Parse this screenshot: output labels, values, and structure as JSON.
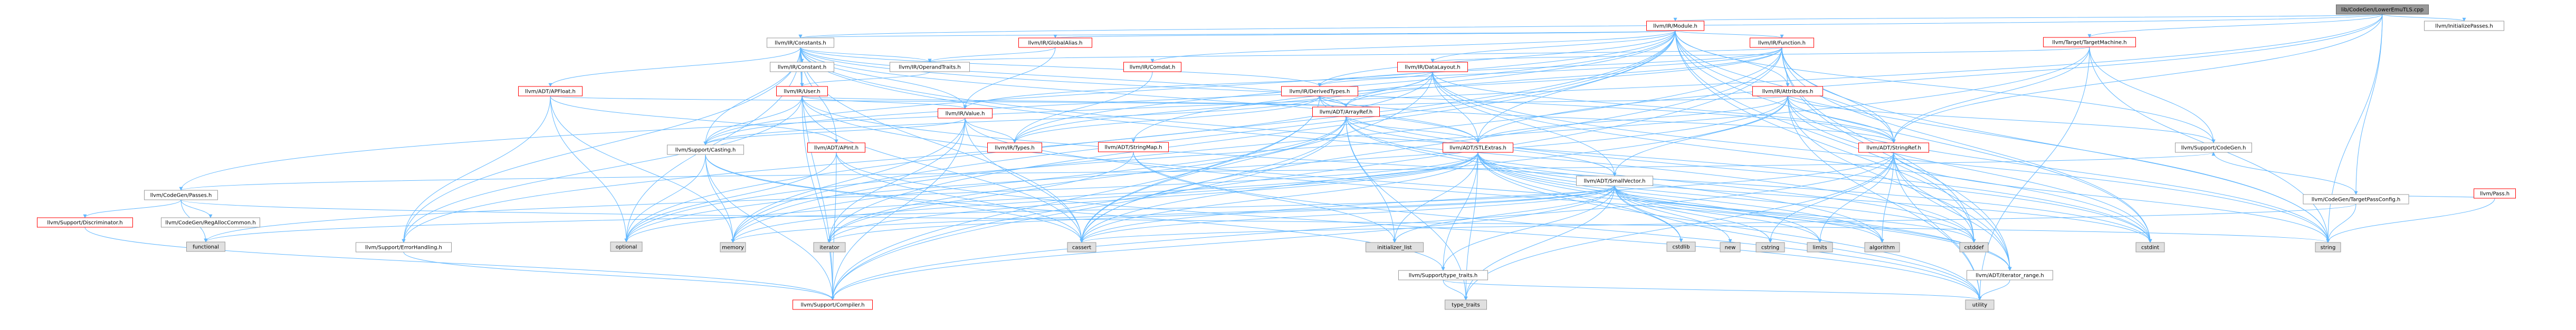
{
  "graph": {
    "nodes": [
      {
        "id": "root",
        "label": "lib/CodeGen/LowerEmuTLS.cpp",
        "kind": "root"
      },
      {
        "id": "irModule",
        "label": "llvm/IR/Module.h",
        "kind": "trunc"
      },
      {
        "id": "initPasses",
        "label": "llvm/InitializePasses.h",
        "kind": "plain"
      },
      {
        "id": "targetMachine",
        "label": "llvm/Target/TargetMachine.h",
        "kind": "trunc"
      },
      {
        "id": "cgPasses",
        "label": "llvm/CodeGen/Passes.h",
        "kind": "plain"
      },
      {
        "id": "cgTPC",
        "label": "llvm/CodeGen/TargetPassConfig.h",
        "kind": "plain"
      },
      {
        "id": "irConstants",
        "label": "llvm/IR/Constants.h",
        "kind": "plain"
      },
      {
        "id": "globalAlias",
        "label": "llvm/IR/GlobalAlias.h",
        "kind": "trunc"
      },
      {
        "id": "comdat",
        "label": "llvm/IR/Comdat.h",
        "kind": "trunc"
      },
      {
        "id": "irFunction",
        "label": "llvm/IR/Function.h",
        "kind": "trunc"
      },
      {
        "id": "dataLayout",
        "label": "llvm/IR/DataLayout.h",
        "kind": "trunc"
      },
      {
        "id": "operandTraits",
        "label": "llvm/IR/OperandTraits.h",
        "kind": "plain"
      },
      {
        "id": "irConstant",
        "label": "llvm/IR/Constant.h",
        "kind": "plain"
      },
      {
        "id": "irUser",
        "label": "llvm/IR/User.h",
        "kind": "trunc"
      },
      {
        "id": "apfloat",
        "label": "llvm/ADT/APFloat.h",
        "kind": "trunc"
      },
      {
        "id": "derivedTypes",
        "label": "llvm/IR/DerivedTypes.h",
        "kind": "trunc"
      },
      {
        "id": "attributes",
        "label": "llvm/IR/Attributes.h",
        "kind": "trunc"
      },
      {
        "id": "arrayRef",
        "label": "llvm/ADT/ArrayRef.h",
        "kind": "trunc"
      },
      {
        "id": "irValue",
        "label": "llvm/IR/Value.h",
        "kind": "trunc"
      },
      {
        "id": "apint",
        "label": "llvm/ADT/APInt.h",
        "kind": "trunc"
      },
      {
        "id": "irTypes",
        "label": "llvm/IR/Types.h",
        "kind": "trunc"
      },
      {
        "id": "stringMap",
        "label": "llvm/ADT/StringMap.h",
        "kind": "trunc"
      },
      {
        "id": "stlExtras",
        "label": "llvm/ADT/STLExtras.h",
        "kind": "trunc"
      },
      {
        "id": "smallVector",
        "label": "llvm/ADT/SmallVector.h",
        "kind": "plain"
      },
      {
        "id": "stringRef",
        "label": "llvm/ADT/StringRef.h",
        "kind": "trunc"
      },
      {
        "id": "supportCodeGen",
        "label": "llvm/Support/CodeGen.h",
        "kind": "plain"
      },
      {
        "id": "discriminator",
        "label": "llvm/Support/Discriminator.h",
        "kind": "trunc"
      },
      {
        "id": "regAlloc",
        "label": "llvm/CodeGen/RegAllocCommon.h",
        "kind": "plain"
      },
      {
        "id": "casting",
        "label": "llvm/Support/Casting.h",
        "kind": "plain"
      },
      {
        "id": "pass",
        "label": "llvm/Pass.h",
        "kind": "trunc"
      },
      {
        "id": "functional",
        "label": "functional",
        "kind": "sys"
      },
      {
        "id": "errorHandling",
        "label": "llvm/Support/ErrorHandling.h",
        "kind": "plain"
      },
      {
        "id": "optional",
        "label": "optional",
        "kind": "sys"
      },
      {
        "id": "memory",
        "label": "memory",
        "kind": "sys"
      },
      {
        "id": "iterator",
        "label": "iterator",
        "kind": "sys"
      },
      {
        "id": "cassert",
        "label": "cassert",
        "kind": "sys"
      },
      {
        "id": "initList",
        "label": "initializer_list",
        "kind": "sys"
      },
      {
        "id": "typeTraitsH",
        "label": "llvm/Support/type_traits.h",
        "kind": "plain"
      },
      {
        "id": "cstdlib",
        "label": "cstdlib",
        "kind": "sys"
      },
      {
        "id": "new",
        "label": "new",
        "kind": "sys"
      },
      {
        "id": "cstring",
        "label": "cstring",
        "kind": "sys"
      },
      {
        "id": "limits",
        "label": "limits",
        "kind": "sys"
      },
      {
        "id": "algorithm",
        "label": "algorithm",
        "kind": "sys"
      },
      {
        "id": "cstddef",
        "label": "cstddef",
        "kind": "sys"
      },
      {
        "id": "iterRange",
        "label": "llvm/ADT/iterator_range.h",
        "kind": "plain"
      },
      {
        "id": "cstdint",
        "label": "cstdint",
        "kind": "sys"
      },
      {
        "id": "string",
        "label": "string",
        "kind": "sys"
      },
      {
        "id": "compiler",
        "label": "llvm/Support/Compiler.h",
        "kind": "trunc"
      },
      {
        "id": "typeTraits",
        "label": "type_traits",
        "kind": "sys"
      },
      {
        "id": "utility",
        "label": "utility",
        "kind": "sys"
      }
    ],
    "edges": [
      [
        "root",
        "irModule"
      ],
      [
        "root",
        "initPasses"
      ],
      [
        "root",
        "targetMachine"
      ],
      [
        "root",
        "cgPasses"
      ],
      [
        "root",
        "cgTPC"
      ],
      [
        "root",
        "irConstants"
      ],
      [
        "root",
        "stlExtras"
      ],
      [
        "root",
        "stringRef"
      ],
      [
        "root",
        "string"
      ],
      [
        "irModule",
        "irFunction"
      ],
      [
        "irModule",
        "dataLayout"
      ],
      [
        "irModule",
        "attributes"
      ],
      [
        "irModule",
        "globalAlias"
      ],
      [
        "irModule",
        "comdat"
      ],
      [
        "irModule",
        "irConstants"
      ],
      [
        "irModule",
        "stringMap"
      ],
      [
        "irModule",
        "stringRef"
      ],
      [
        "irModule",
        "stlExtras"
      ],
      [
        "irModule",
        "supportCodeGen"
      ],
      [
        "irModule",
        "casting"
      ],
      [
        "irModule",
        "cstddef"
      ],
      [
        "irModule",
        "cstdint"
      ],
      [
        "irModule",
        "iterator"
      ],
      [
        "irModule",
        "memory"
      ],
      [
        "irModule",
        "optional"
      ],
      [
        "irModule",
        "string"
      ],
      [
        "irModule",
        "irTypes"
      ],
      [
        "irModule",
        "iterRange"
      ],
      [
        "irModule",
        "derivedTypes"
      ],
      [
        "targetMachine",
        "stringRef"
      ],
      [
        "targetMachine",
        "supportCodeGen"
      ],
      [
        "targetMachine",
        "dataLayout"
      ],
      [
        "targetMachine",
        "optional"
      ],
      [
        "targetMachine",
        "string"
      ],
      [
        "targetMachine",
        "utility"
      ],
      [
        "cgPasses",
        "supportCodeGen"
      ],
      [
        "cgPasses",
        "discriminator"
      ],
      [
        "cgPasses",
        "regAlloc"
      ],
      [
        "cgPasses",
        "functional"
      ],
      [
        "cgPasses",
        "string"
      ],
      [
        "cgTPC",
        "pass"
      ],
      [
        "cgTPC",
        "supportCodeGen"
      ],
      [
        "cgTPC",
        "cassert"
      ],
      [
        "cgTPC",
        "string"
      ],
      [
        "irConstants",
        "apfloat"
      ],
      [
        "irConstants",
        "apint"
      ],
      [
        "irConstants",
        "arrayRef"
      ],
      [
        "irConstants",
        "stlExtras"
      ],
      [
        "irConstants",
        "stringRef"
      ],
      [
        "irConstants",
        "irConstant"
      ],
      [
        "irConstants",
        "derivedTypes"
      ],
      [
        "irConstants",
        "operandTraits"
      ],
      [
        "irConstants",
        "irUser"
      ],
      [
        "irConstants",
        "irValue"
      ],
      [
        "irConstants",
        "casting"
      ],
      [
        "irConstants",
        "compiler"
      ],
      [
        "irConstants",
        "errorHandling"
      ],
      [
        "irConstants",
        "cassert"
      ],
      [
        "irConstants",
        "cstddef"
      ],
      [
        "irConstants",
        "cstdint"
      ],
      [
        "irConstants",
        "optional"
      ],
      [
        "globalAlias",
        "operandTraits"
      ],
      [
        "globalAlias",
        "irValue"
      ],
      [
        "comdat",
        "irTypes"
      ],
      [
        "irFunction",
        "arrayRef"
      ],
      [
        "irFunction",
        "stringRef"
      ],
      [
        "irFunction",
        "iterRange"
      ],
      [
        "irFunction",
        "attributes"
      ],
      [
        "irFunction",
        "derivedTypes"
      ],
      [
        "irFunction",
        "operandTraits"
      ],
      [
        "irFunction",
        "irValue"
      ],
      [
        "irFunction",
        "casting"
      ],
      [
        "irFunction",
        "compiler"
      ],
      [
        "irFunction",
        "cassert"
      ],
      [
        "irFunction",
        "cstddef"
      ],
      [
        "irFunction",
        "cstdint"
      ],
      [
        "irFunction",
        "memory"
      ],
      [
        "irFunction",
        "string"
      ],
      [
        "dataLayout",
        "arrayRef"
      ],
      [
        "dataLayout",
        "stlExtras"
      ],
      [
        "dataLayout",
        "smallVector"
      ],
      [
        "dataLayout",
        "stringRef"
      ],
      [
        "dataLayout",
        "derivedTypes"
      ],
      [
        "dataLayout",
        "irTypes"
      ],
      [
        "dataLayout",
        "errorHandling"
      ],
      [
        "dataLayout",
        "cassert"
      ],
      [
        "dataLayout",
        "cstdint"
      ],
      [
        "dataLayout",
        "string"
      ],
      [
        "operandTraits",
        "irUser"
      ],
      [
        "irConstant",
        "irUser"
      ],
      [
        "irUser",
        "arrayRef"
      ],
      [
        "irUser",
        "iterRange"
      ],
      [
        "irUser",
        "irValue"
      ],
      [
        "irUser",
        "casting"
      ],
      [
        "irUser",
        "compiler"
      ],
      [
        "irUser",
        "errorHandling"
      ],
      [
        "irUser",
        "cassert"
      ],
      [
        "irUser",
        "cstdint"
      ],
      [
        "apfloat",
        "apint"
      ],
      [
        "apfloat",
        "arrayRef"
      ],
      [
        "apfloat",
        "errorHandling"
      ],
      [
        "apfloat",
        "memory"
      ],
      [
        "apfloat",
        "optional"
      ],
      [
        "derivedTypes",
        "arrayRef"
      ],
      [
        "derivedTypes",
        "stlExtras"
      ],
      [
        "derivedTypes",
        "stringRef"
      ],
      [
        "derivedTypes",
        "irTypes"
      ],
      [
        "derivedTypes",
        "casting"
      ],
      [
        "derivedTypes",
        "compiler"
      ],
      [
        "derivedTypes",
        "cassert"
      ],
      [
        "derivedTypes",
        "cstdint"
      ],
      [
        "attributes",
        "arrayRef"
      ],
      [
        "attributes",
        "stringRef"
      ],
      [
        "attributes",
        "supportCodeGen"
      ],
      [
        "attributes",
        "stlExtras"
      ],
      [
        "attributes",
        "smallVector"
      ],
      [
        "attributes",
        "iterRange"
      ],
      [
        "attributes",
        "bitset"
      ],
      [
        "attributes",
        "cassert"
      ],
      [
        "attributes",
        "cstdint"
      ],
      [
        "attributes",
        "optional"
      ],
      [
        "attributes",
        "string"
      ],
      [
        "attributes",
        "utility"
      ],
      [
        "arrayRef",
        "stlExtras"
      ],
      [
        "arrayRef",
        "smallVector"
      ],
      [
        "arrayRef",
        "compiler"
      ],
      [
        "arrayRef",
        "algorithm"
      ],
      [
        "arrayRef",
        "cassert"
      ],
      [
        "arrayRef",
        "cstddef"
      ],
      [
        "arrayRef",
        "initList"
      ],
      [
        "arrayRef",
        "iterator"
      ],
      [
        "arrayRef",
        "memory"
      ],
      [
        "arrayRef",
        "typeTraits"
      ],
      [
        "irValue",
        "iterRange"
      ],
      [
        "irValue",
        "irTypes"
      ],
      [
        "irValue",
        "casting"
      ],
      [
        "irValue",
        "compiler"
      ],
      [
        "irValue",
        "cassert"
      ],
      [
        "irValue",
        "iterator"
      ],
      [
        "irValue",
        "memory"
      ],
      [
        "apint",
        "compiler"
      ],
      [
        "apint",
        "cassert"
      ],
      [
        "apint",
        "optional"
      ],
      [
        "apint",
        "utility"
      ],
      [
        "stringMap",
        "iterator"
      ],
      [
        "stringMap",
        "initList"
      ],
      [
        "stringMap",
        "utility"
      ],
      [
        "stlExtras",
        "typeTraitsH"
      ],
      [
        "stlExtras",
        "iterRange"
      ],
      [
        "stlExtras",
        "algorithm"
      ],
      [
        "stlExtras",
        "cassert"
      ],
      [
        "stlExtras",
        "cstddef"
      ],
      [
        "stlExtras",
        "cstdint"
      ],
      [
        "stlExtras",
        "cstdlib"
      ],
      [
        "stlExtras",
        "functional"
      ],
      [
        "stlExtras",
        "initList"
      ],
      [
        "stlExtras",
        "iterator"
      ],
      [
        "stlExtras",
        "limits"
      ],
      [
        "stlExtras",
        "memory"
      ],
      [
        "stlExtras",
        "optional"
      ],
      [
        "stlExtras",
        "typeTraits"
      ],
      [
        "stlExtras",
        "utility"
      ],
      [
        "smallVector",
        "compiler"
      ],
      [
        "smallVector",
        "typeTraitsH"
      ],
      [
        "smallVector",
        "algorithm"
      ],
      [
        "smallVector",
        "cassert"
      ],
      [
        "smallVector",
        "cstddef"
      ],
      [
        "smallVector",
        "cstdlib"
      ],
      [
        "smallVector",
        "cstring"
      ],
      [
        "smallVector",
        "functional"
      ],
      [
        "smallVector",
        "initList"
      ],
      [
        "smallVector",
        "iterator"
      ],
      [
        "smallVector",
        "limits"
      ],
      [
        "smallVector",
        "memory"
      ],
      [
        "smallVector",
        "new"
      ],
      [
        "smallVector",
        "typeTraits"
      ],
      [
        "smallVector",
        "utility"
      ],
      [
        "stringRef",
        "iterRange"
      ],
      [
        "stringRef",
        "compiler"
      ],
      [
        "stringRef",
        "algorithm"
      ],
      [
        "stringRef",
        "cassert"
      ],
      [
        "stringRef",
        "cstddef"
      ],
      [
        "stringRef",
        "cstring"
      ],
      [
        "stringRef",
        "limits"
      ],
      [
        "stringRef",
        "string"
      ],
      [
        "stringRef",
        "typeTraits"
      ],
      [
        "stringRef",
        "utility"
      ],
      [
        "casting",
        "compiler"
      ],
      [
        "casting",
        "typeTraitsH"
      ],
      [
        "casting",
        "cassert"
      ],
      [
        "casting",
        "memory"
      ],
      [
        "casting",
        "optional"
      ],
      [
        "errorHandling",
        "compiler"
      ],
      [
        "typeTraitsH",
        "typeTraits"
      ],
      [
        "typeTraitsH",
        "utility"
      ],
      [
        "iterRange",
        "utility"
      ],
      [
        "discriminator",
        "compiler"
      ],
      [
        "pass",
        "string"
      ]
    ]
  }
}
